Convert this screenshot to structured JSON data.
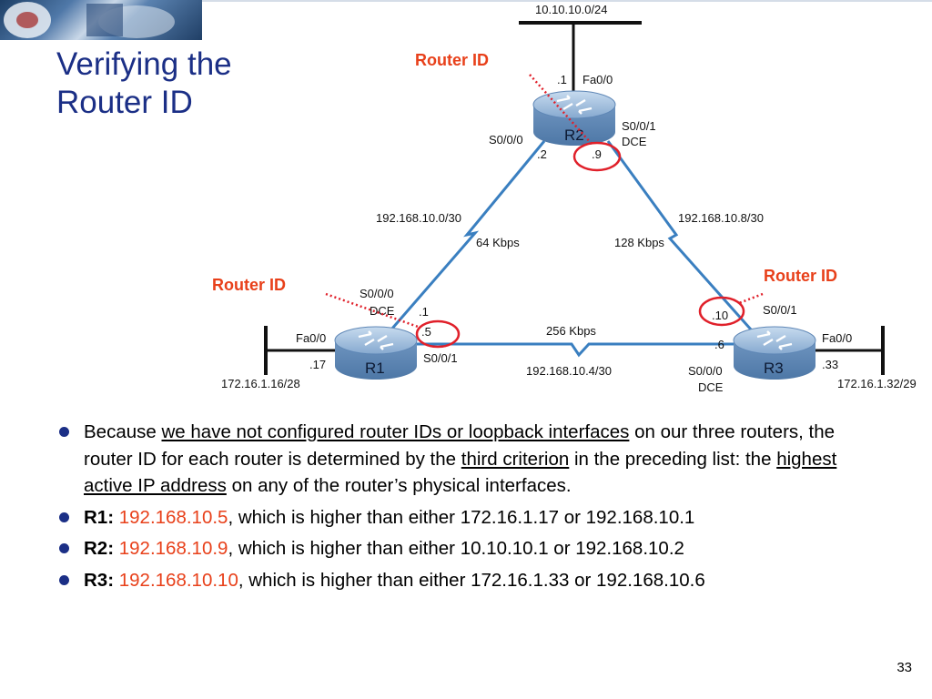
{
  "title_lines": [
    "Verifying the",
    "Router ID"
  ],
  "networks": {
    "top": "10.10.10.0/24",
    "r1_r2": "192.168.10.0/30",
    "r2_r3": "192.168.10.8/30",
    "r1_r3": "192.168.10.4/30",
    "r1_lan": "172.16.1.16/28",
    "r3_lan": "172.16.1.32/29"
  },
  "links": {
    "r1_r2_speed": "64 Kbps",
    "r2_r3_speed": "128 Kbps",
    "r1_r3_speed": "256 Kbps"
  },
  "routers": {
    "r1": {
      "name": "R1",
      "fa_iface": "Fa0/0",
      "fa_ip": ".17",
      "s000": "S0/0/0",
      "s000_dce": "DCE",
      "s000_ip": ".1",
      "s001": "S0/0/1",
      "s001_ip": ".5"
    },
    "r2": {
      "name": "R2",
      "fa_iface": "Fa0/0",
      "fa_ip": ".1",
      "s000": "S0/0/0",
      "s000_ip": ".2",
      "s001": "S0/0/1",
      "s001_dce": "DCE",
      "s001_ip": ".9"
    },
    "r3": {
      "name": "R3",
      "fa_iface": "Fa0/0",
      "fa_ip": ".33",
      "s001": "S0/0/1",
      "s001_ip": ".10",
      "s000": "S0/0/0",
      "s000_ip": ".6",
      "s000_dce": "DCE"
    }
  },
  "router_id_label": "Router ID",
  "bullets": {
    "b1": {
      "t1": "Because ",
      "u1": "we have not configured router IDs or loopback interfaces",
      "t2": " on our three routers, the router ID for each router is determined by the ",
      "u2": "third criterion",
      "t3": " in the preceding list: the ",
      "u3": "highest active IP address",
      "t4": " on any of the router’s physical interfaces."
    },
    "b2": {
      "label": "R1:",
      "ip": "192.168.10.5",
      "rest": ", which is higher than either 172.16.1.17 or 192.168.10.1"
    },
    "b3": {
      "label": "R2:",
      "ip": "192.168.10.9",
      "rest": ", which is higher than either 10.10.10.1 or 192.168.10.2"
    },
    "b4": {
      "label": "R3:",
      "ip": "192.168.10.10",
      "rest": ", which is higher than either 172.16.1.33 or 192.168.10.6"
    }
  },
  "page_number": "33",
  "colors": {
    "title": "#1b2f86",
    "highlight": "#e8401a",
    "link": "#3a7fc0",
    "router_body": "#7aa0c8"
  }
}
